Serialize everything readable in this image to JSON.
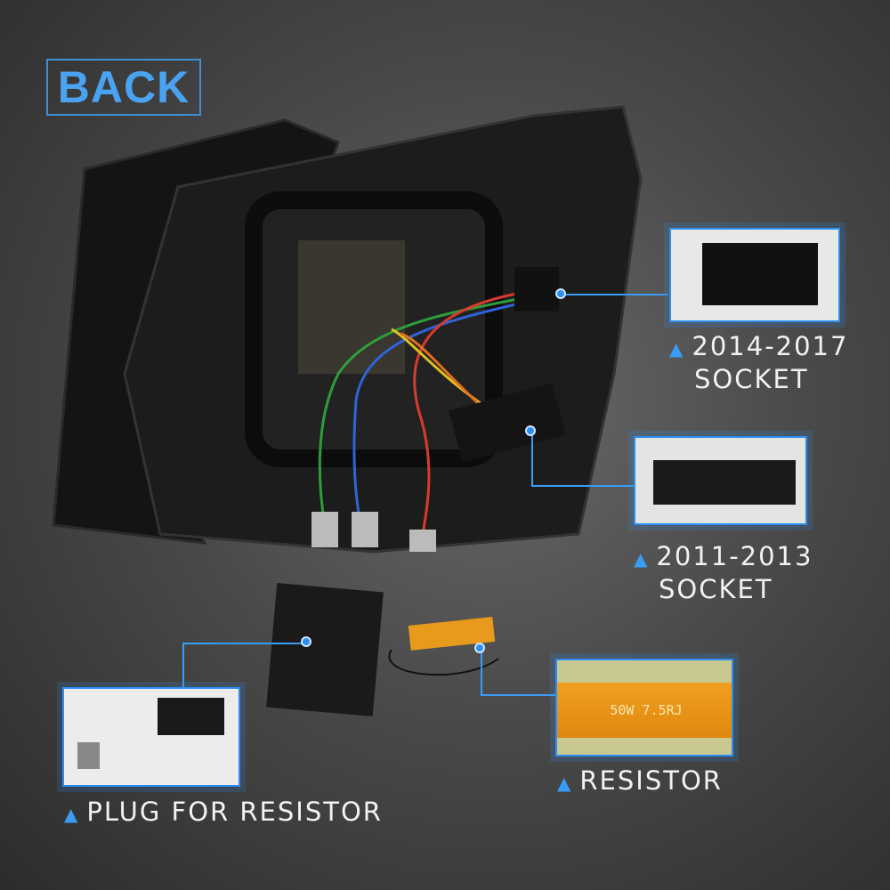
{
  "title": "BACK",
  "callouts": [
    {
      "id": "socket-2014",
      "label_line1": "2014-2017",
      "label_line2": "SOCKET",
      "icon": "chevron-up-icon"
    },
    {
      "id": "socket-2011",
      "label_line1": "2011-2013",
      "label_line2": "SOCKET",
      "icon": "chevron-up-icon"
    },
    {
      "id": "resistor",
      "label_line1": "RESISTOR",
      "resistor_marking": "50W 7.5RJ",
      "icon": "chevron-up-icon"
    },
    {
      "id": "plug",
      "label_line1": "PLUG FOR RESISTOR",
      "icon": "chevron-up-icon"
    }
  ],
  "colors": {
    "accent": "#2e8ff0",
    "title": "#4aa3f0",
    "resistor": "#e89a1c"
  }
}
